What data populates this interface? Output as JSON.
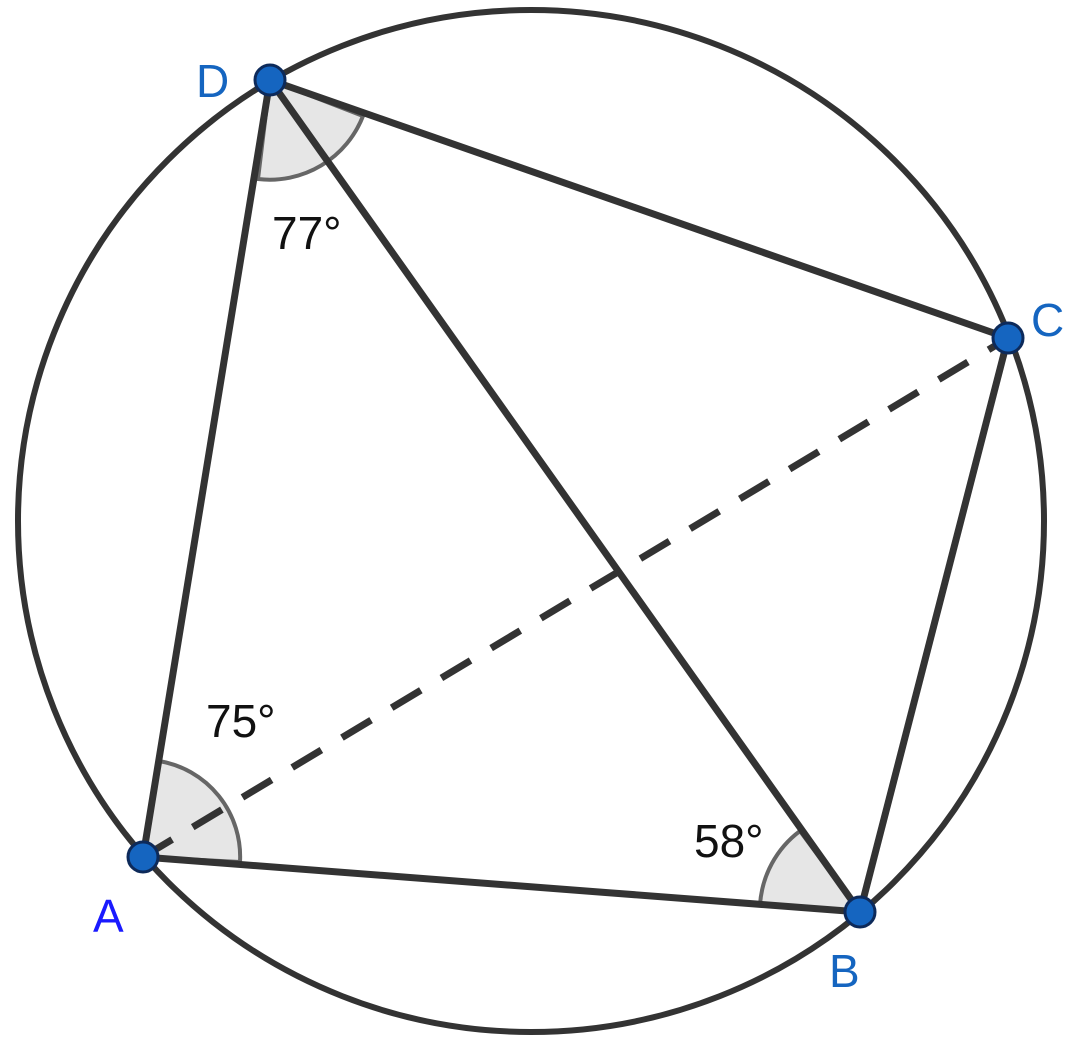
{
  "points": {
    "A": {
      "label": "A"
    },
    "B": {
      "label": "B"
    },
    "C": {
      "label": "C"
    },
    "D": {
      "label": "D"
    }
  },
  "angles": {
    "at_A": "75°",
    "at_B": "58°",
    "at_D": "77°"
  },
  "colors": {
    "line": "#333333",
    "point_fill": "#1565c0",
    "point_stroke": "#0d2a5a",
    "label_blue": "#1565c0",
    "label_A": "#1a1aff",
    "angle_fill": "#e6e6e6",
    "angle_stroke": "#666666"
  }
}
